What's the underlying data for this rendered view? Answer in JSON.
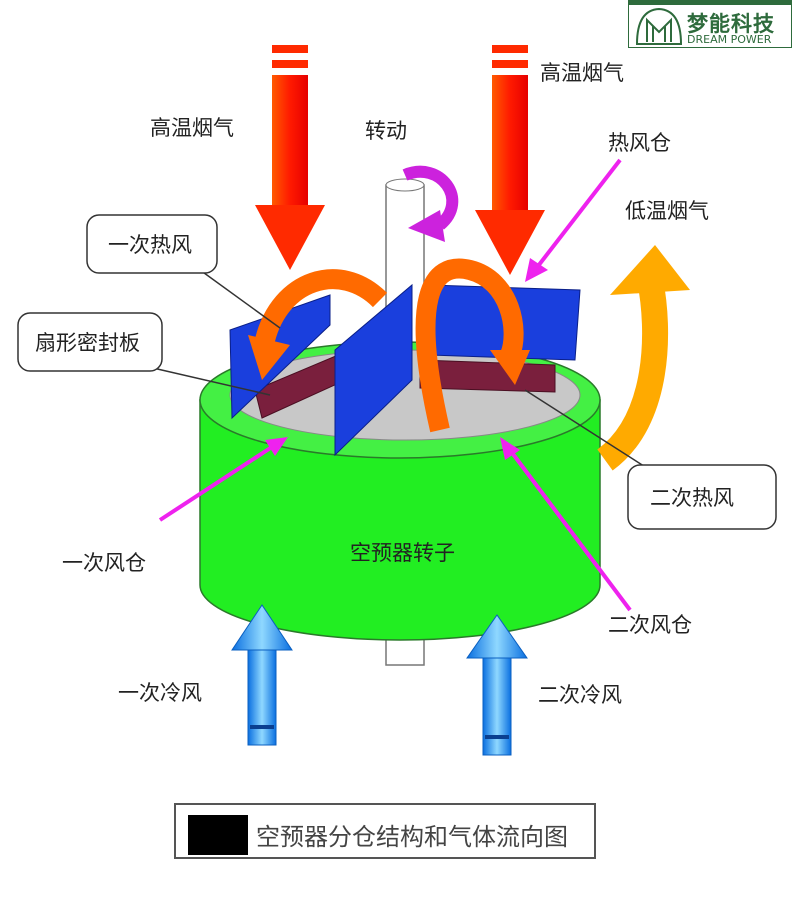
{
  "logo": {
    "name_cn": "梦能科技",
    "name_en": "DREAM POWER"
  },
  "labels": {
    "flue_gas_high_left": "高温烟气",
    "flue_gas_high_right": "高温烟气",
    "rotation": "转动",
    "hot_air_bin": "热风仓",
    "flue_gas_low": "低温烟气",
    "primary_hot_air": "一次热风",
    "sector_seal_plate": "扇形密封板",
    "secondary_hot_air": "二次热风",
    "primary_air_bin": "一次风仓",
    "rotor": "空预器转子",
    "secondary_air_bin": "二次风仓",
    "primary_cold_air": "一次冷风",
    "secondary_cold_air": "二次冷风"
  },
  "caption": "空预器分仓结构和气体流向图",
  "colors": {
    "rotor": "#22ee22",
    "hot_gas": "#ff2a00",
    "cold_air": "#1aa0ff",
    "plate": "#1a3fdd",
    "seal": "#7a1f3d",
    "pointer": "#ee22ee",
    "low_temp": "#ffaa00"
  }
}
